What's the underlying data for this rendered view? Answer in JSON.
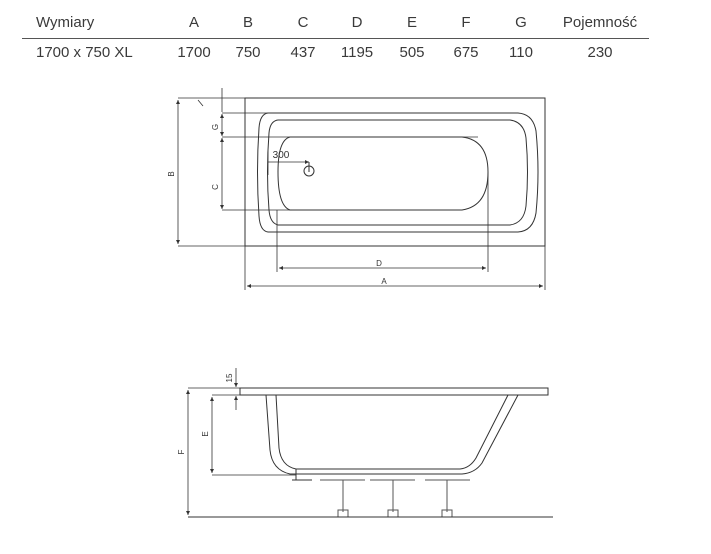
{
  "table": {
    "headers": [
      "Wymiary",
      "A",
      "B",
      "C",
      "D",
      "E",
      "F",
      "G",
      "Pojemność"
    ],
    "row": [
      "1700 x 750 XL",
      "1700",
      "750",
      "437",
      "1195",
      "505",
      "675",
      "110",
      "230"
    ]
  },
  "top_view": {
    "labels": {
      "a": "A",
      "b": "B",
      "c": "C",
      "d": "D",
      "g": "G",
      "drain_offset": "300"
    }
  },
  "side_view": {
    "labels": {
      "e": "E",
      "f": "F",
      "rim": "15"
    }
  }
}
